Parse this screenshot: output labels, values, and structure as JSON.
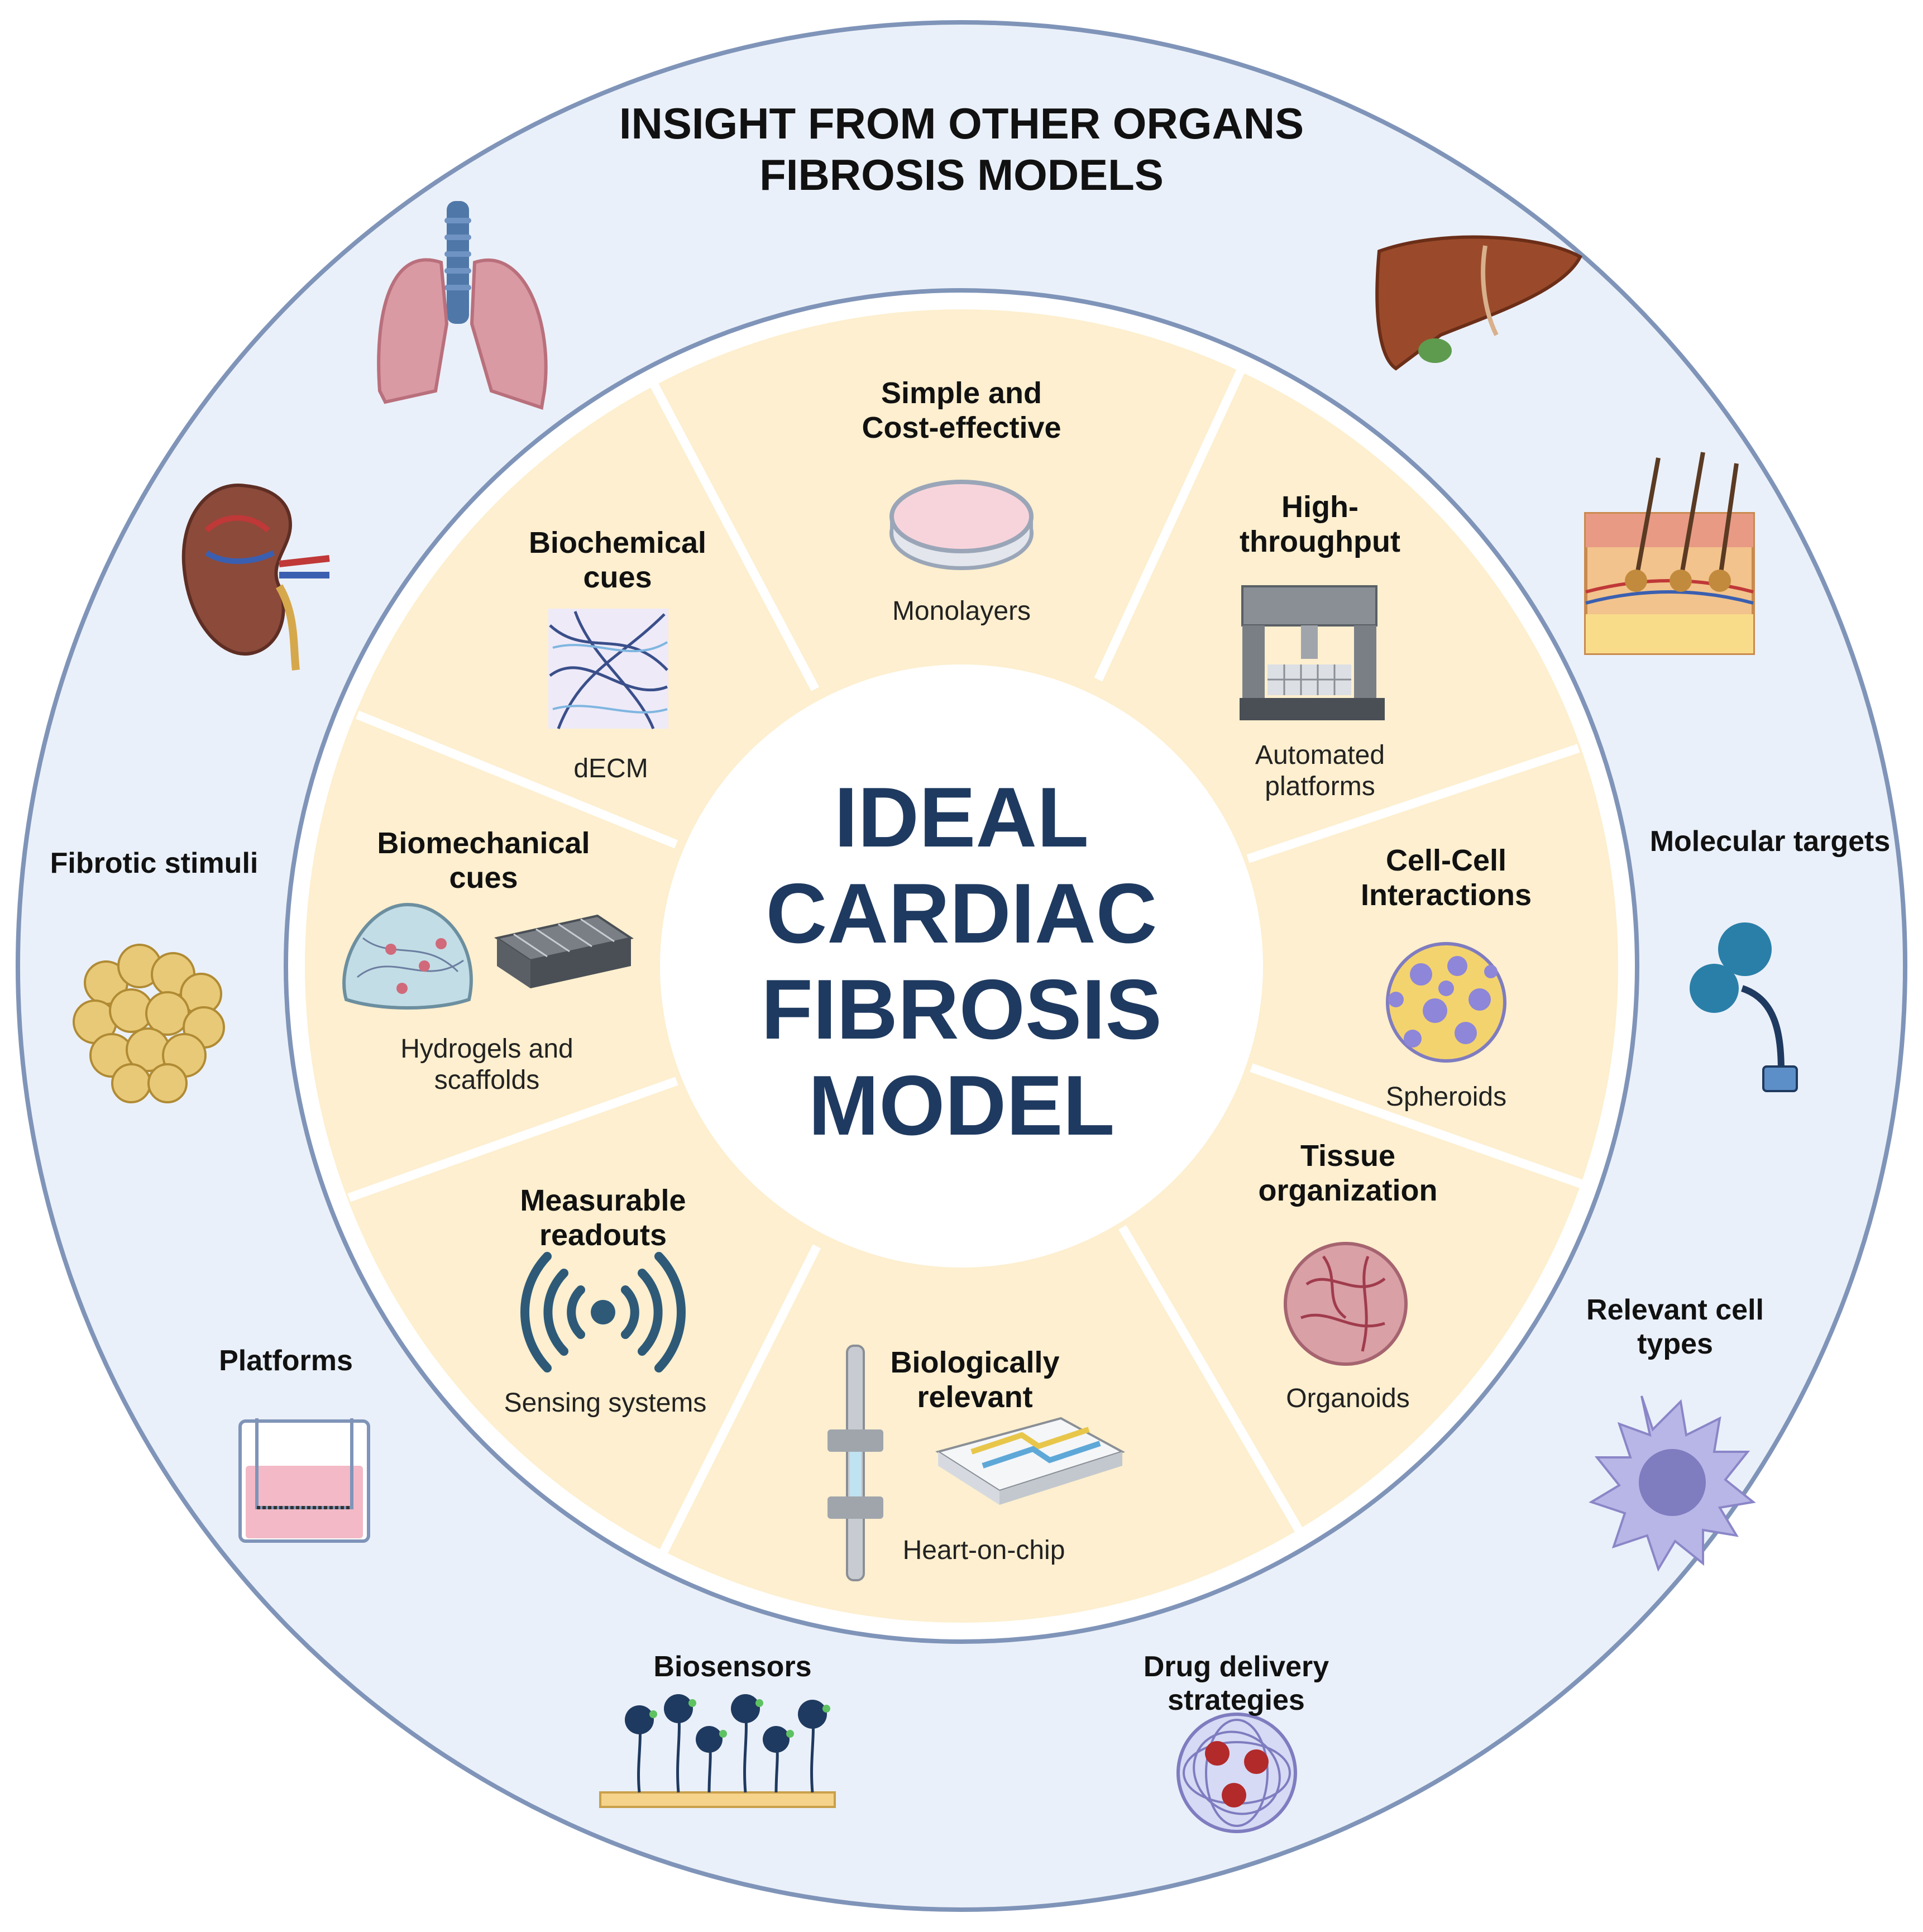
{
  "outer_ring": {
    "title_line1": "INSIGHT FROM OTHER ORGANS",
    "title_line2": "FIBROSIS MODELS",
    "items": {
      "fibrotic_stimuli": "Fibrotic stimuli",
      "molecular_targets": "Molecular targets",
      "platforms": "Platforms",
      "relevant_cell_types_line1": "Relevant cell",
      "relevant_cell_types_line2": "types",
      "biosensors": "Biosensors",
      "drug_delivery_line1": "Drug delivery",
      "drug_delivery_line2": "strategies"
    }
  },
  "center": {
    "line1": "IDEAL",
    "line2": "CARDIAC",
    "line3": "FIBROSIS",
    "line4": "MODEL"
  },
  "segments": {
    "simple": {
      "head1": "Simple and",
      "head2": "Cost-effective",
      "sub1": "Monolayers"
    },
    "throughput": {
      "head1": "High-",
      "head2": "throughput",
      "sub1": "Automated",
      "sub2": "platforms"
    },
    "cellcell": {
      "head1": "Cell-Cell",
      "head2": "Interactions",
      "sub1": "Spheroids"
    },
    "tissue": {
      "head1": "Tissue",
      "head2": "organization",
      "sub1": "Organoids"
    },
    "bio_relevant": {
      "head1": "Biologically",
      "head2": "relevant",
      "sub1": "Heart-on-chip"
    },
    "readouts": {
      "head1": "Measurable",
      "head2": "readouts",
      "sub1": "Sensing systems"
    },
    "biomech": {
      "head1": "Biomechanical",
      "head2": "cues",
      "sub1": "Hydrogels and",
      "sub2": "scaffolds"
    },
    "biochem": {
      "head1": "Biochemical",
      "head2": "cues",
      "sub1": "dECM"
    }
  },
  "colors": {
    "outer_fill": "#eaf0f9",
    "outer_stroke": "#7f94b8",
    "inner_fill": "#fdefcf",
    "center_fill": "#ffffff",
    "title_center": "#1f3a60"
  },
  "icons": [
    "lungs-icon",
    "liver-icon",
    "kidney-icon",
    "skin-icon",
    "adipocytes-icon",
    "receptor-icon",
    "transwell-icon",
    "immune-cell-icon",
    "biosensor-array-icon",
    "nanoparticle-icon",
    "petri-dish-icon",
    "liquid-handler-icon",
    "spheroid-icon",
    "organoid-icon",
    "heart-on-chip-icon",
    "signal-icon",
    "hydrogel-icon",
    "scaffold-icon",
    "decm-icon"
  ]
}
